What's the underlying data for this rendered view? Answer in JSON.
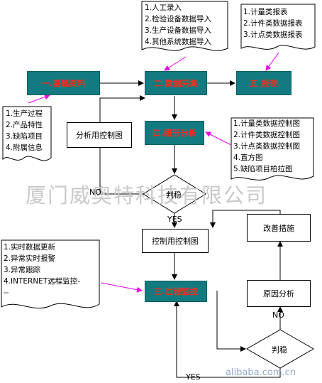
{
  "stages": {
    "basic": "一.基础资料",
    "collect": "二.数据采集",
    "report": "五.报表",
    "graph": "四.图形分析",
    "monitor": "三.过程监控"
  },
  "docs": {
    "collect_sources": [
      "1.人工录入",
      "2.检验设备数据导入",
      "3.生产设备数据导入",
      "4.其他系统数据导入"
    ],
    "reports": [
      "1.计量类报表",
      "2.计件类数据报表",
      "3.计点类数据报表"
    ],
    "basic_items": [
      "1.生产过程",
      "2.产品特性",
      "3.缺陷项目",
      "4.附属信息"
    ],
    "graphs": [
      "1.计量类数据控制图",
      "2.计件类数据控制图",
      "3.计点类数据控制图",
      "4.直方图",
      "5.缺陷项目柏拉图"
    ],
    "monitor_items": [
      "1.实时数据更新",
      "2.异常实时报警",
      "3.异常跟踪",
      "4.INTERNET远程监控-",
      "--"
    ]
  },
  "boxes": {
    "analysis_chart": "分析用控制图",
    "control_chart": "控制用控制图",
    "improve": "改善措施",
    "cause": "原因分析"
  },
  "decisions": {
    "stable1": "判稳",
    "stable2": "判稳"
  },
  "labels": {
    "no1": "NO",
    "yes1": "YES",
    "no2": "NO",
    "yes2": "YES"
  },
  "watermark": "厦门威奥特科技有限公司",
  "site": "alibaba.com.cn"
}
